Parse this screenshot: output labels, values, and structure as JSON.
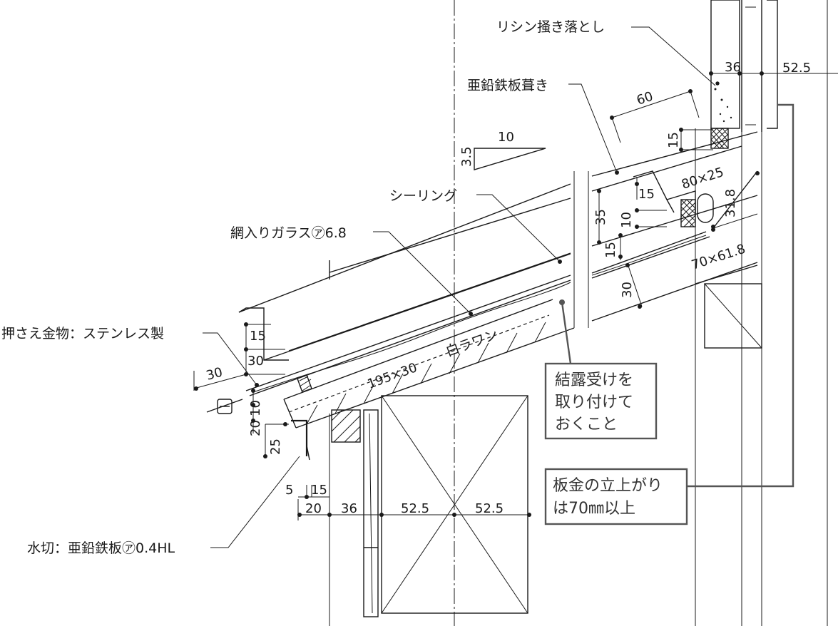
{
  "labels": {
    "lysine": "リシン掻き落とし",
    "zinc_roof": "亜鉛鉄板葺き",
    "sealing": "シーリング",
    "wired_glass": "網入りガラス㋐6.8",
    "stainless": "押さえ金物：ステンレス製",
    "lauan": "白ラワン",
    "flashing": "水切：亜鉛鉄板㋐0.4HL"
  },
  "notes": {
    "condensation": [
      "結露受けを",
      "取り付けて",
      "おくこと"
    ],
    "sheet_metal": [
      "板金の立上がり",
      "は70㎜以上"
    ]
  },
  "dimensions": {
    "d36_top": "36",
    "d52_5_top": "52.5",
    "d60": "60",
    "d15_a": "15",
    "slope_run": "10",
    "slope_rise": "3.5",
    "d80x25": "80×25",
    "d15_b": "15",
    "d31_8": "31.8",
    "d35": "35",
    "d10_a": "10",
    "d15_c": "15",
    "d70x61_8": "70×61.8",
    "d30_a": "30",
    "d195x30": "195×30",
    "d15_d": "15",
    "d30_b": "30",
    "d30_c": "30",
    "d20": "20",
    "d10_b": "10",
    "d25": "25",
    "d5": "5",
    "d15_e": "15",
    "d20_b": "20",
    "d36_bottom": "36",
    "d52_5_b1": "52.5",
    "d52_5_b2": "52.5"
  }
}
